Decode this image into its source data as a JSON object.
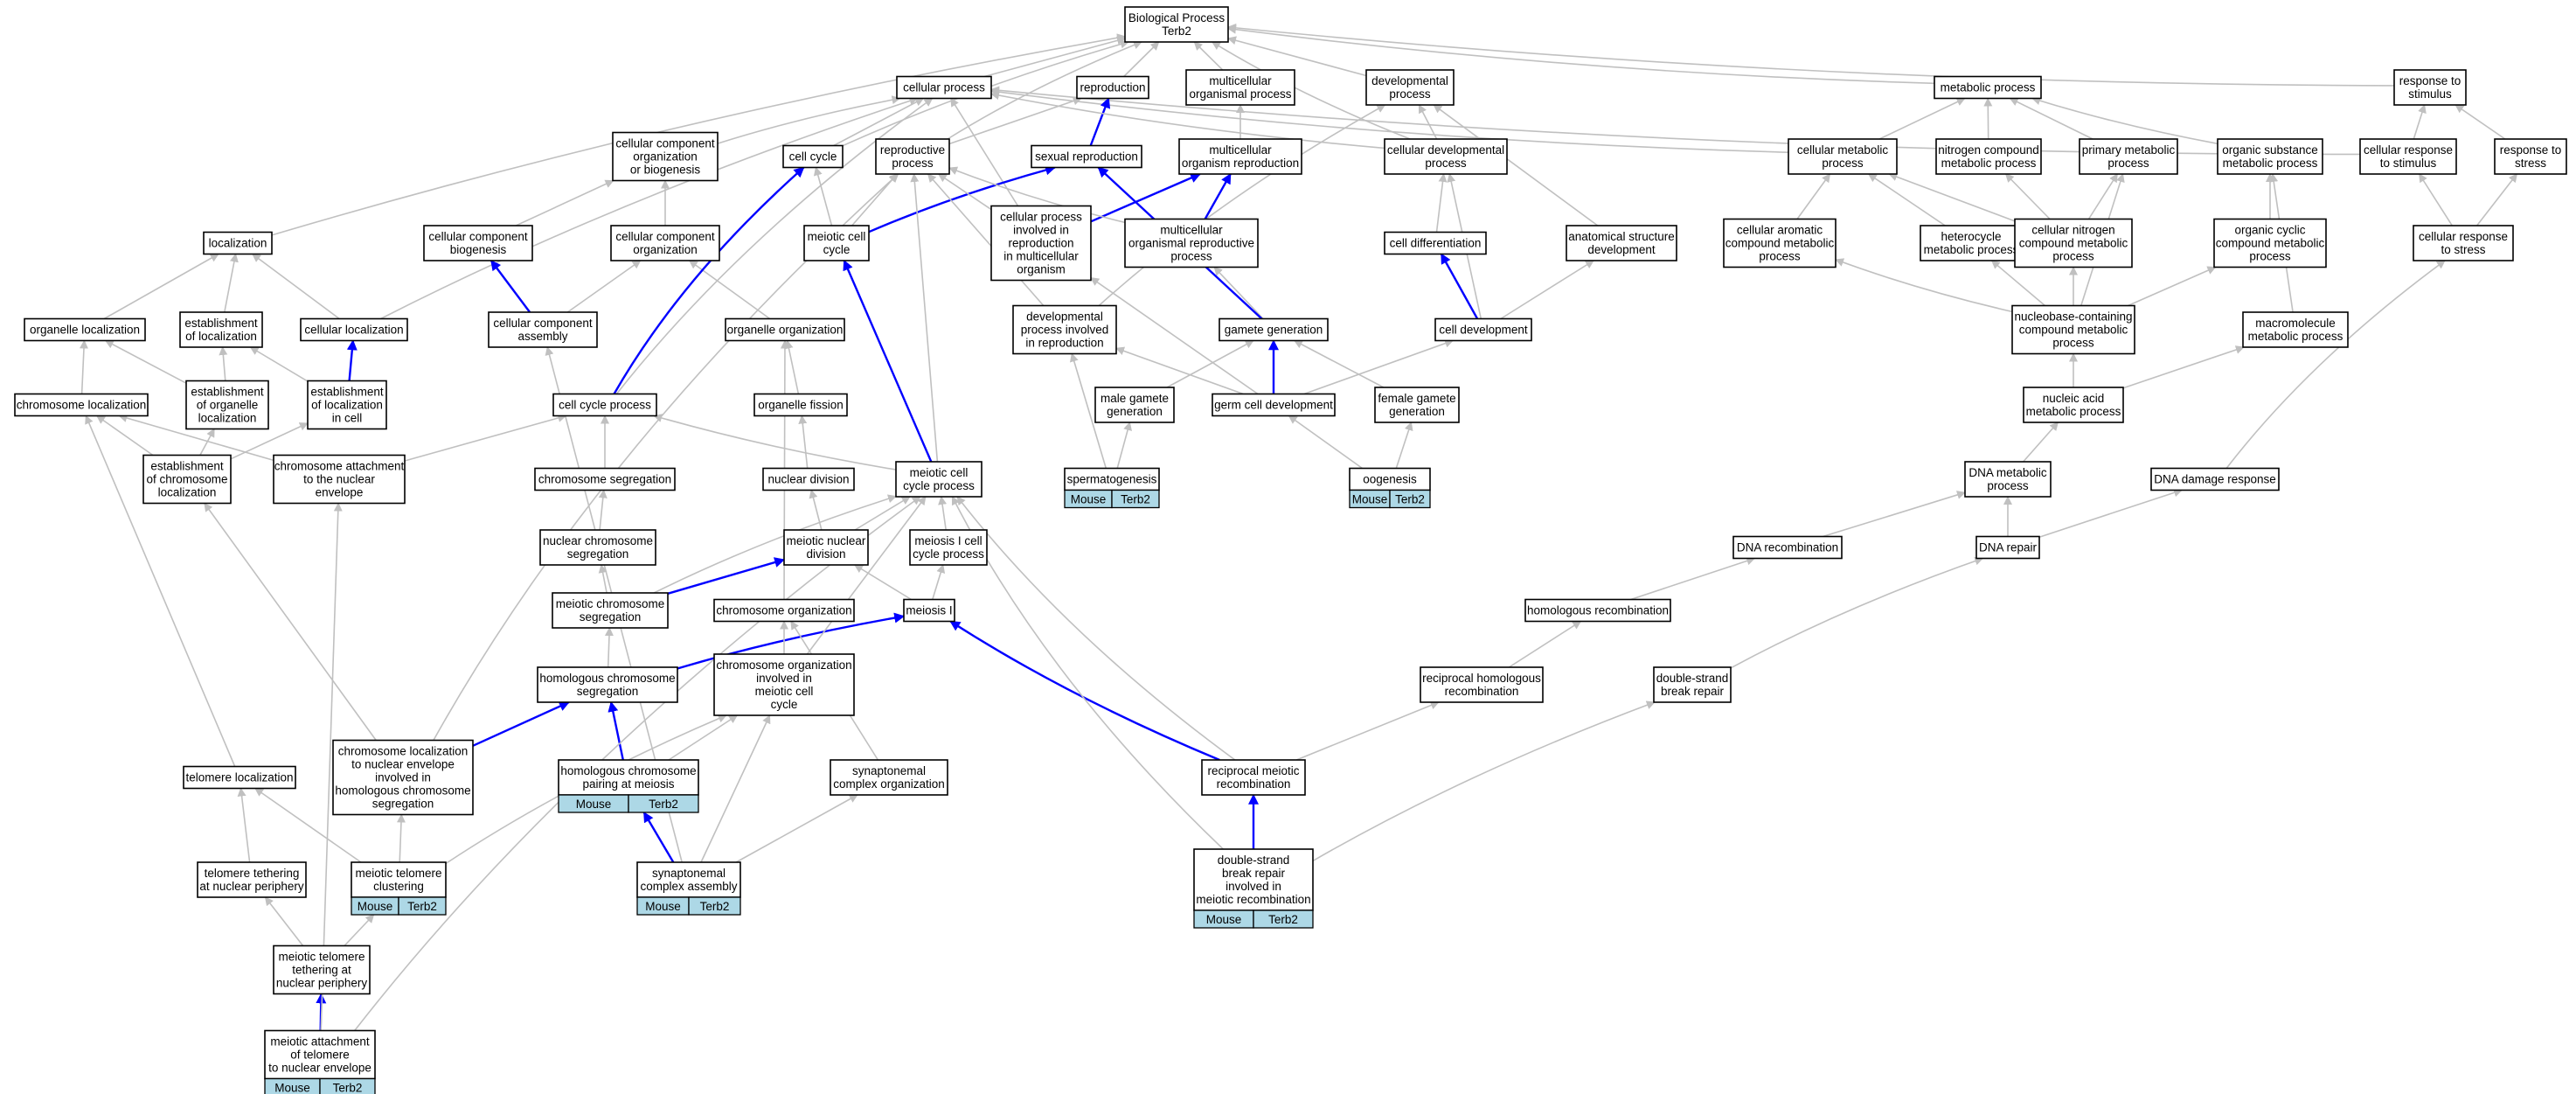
{
  "nodes": {
    "root": {
      "lines": [
        "Biological Process",
        "Terb2"
      ]
    },
    "cellular_process": {
      "lines": [
        "cellular process"
      ]
    },
    "reproduction": {
      "lines": [
        "reproduction"
      ]
    },
    "multicellular_organismal_process": {
      "lines": [
        "multicellular",
        "organismal process"
      ]
    },
    "developmental_process": {
      "lines": [
        "developmental",
        "process"
      ]
    },
    "metabolic_process": {
      "lines": [
        "metabolic process"
      ]
    },
    "response_to_stimulus": {
      "lines": [
        "response to",
        "stimulus"
      ]
    },
    "ccob": {
      "lines": [
        "cellular component",
        "organization",
        "or biogenesis"
      ]
    },
    "cell_cycle": {
      "lines": [
        "cell cycle"
      ]
    },
    "reproductive_process": {
      "lines": [
        "reproductive",
        "process"
      ]
    },
    "sexual_reproduction": {
      "lines": [
        "sexual reproduction"
      ]
    },
    "multicellular_organism_reproduction": {
      "lines": [
        "multicellular",
        "organism reproduction"
      ]
    },
    "cellular_developmental_process": {
      "lines": [
        "cellular developmental",
        "process"
      ]
    },
    "cellular_metabolic_process": {
      "lines": [
        "cellular metabolic",
        "process"
      ]
    },
    "nitrogen_compound_metabolic_process": {
      "lines": [
        "nitrogen compound",
        "metabolic process"
      ]
    },
    "primary_metabolic_process": {
      "lines": [
        "primary metabolic",
        "process"
      ]
    },
    "organic_substance_metabolic_process": {
      "lines": [
        "organic substance",
        "metabolic process"
      ]
    },
    "cellular_response_to_stimulus": {
      "lines": [
        "cellular response",
        "to stimulus"
      ]
    },
    "response_to_stress": {
      "lines": [
        "response to",
        "stress"
      ]
    },
    "localization": {
      "lines": [
        "localization"
      ]
    },
    "cellular_component_biogenesis": {
      "lines": [
        "cellular component",
        "biogenesis"
      ]
    },
    "cellular_component_organization": {
      "lines": [
        "cellular component",
        "organization"
      ]
    },
    "meiotic_cell_cycle": {
      "lines": [
        "meiotic cell",
        "cycle"
      ]
    },
    "cpirmo": {
      "lines": [
        "cellular process",
        "involved in",
        "reproduction",
        "in multicellular",
        "organism"
      ]
    },
    "morp": {
      "lines": [
        "multicellular",
        "organismal reproductive",
        "process"
      ]
    },
    "cell_differentiation": {
      "lines": [
        "cell differentiation"
      ]
    },
    "anatomical_structure_development": {
      "lines": [
        "anatomical structure",
        "development"
      ]
    },
    "cacmp": {
      "lines": [
        "cellular aromatic",
        "compound metabolic",
        "process"
      ]
    },
    "heterocycle_metabolic_process": {
      "lines": [
        "heterocycle",
        "metabolic process"
      ]
    },
    "cncmp": {
      "lines": [
        "cellular nitrogen",
        "compound metabolic",
        "process"
      ]
    },
    "occmp": {
      "lines": [
        "organic cyclic",
        "compound metabolic",
        "process"
      ]
    },
    "cellular_response_to_stress": {
      "lines": [
        "cellular response",
        "to stress"
      ]
    },
    "organelle_localization": {
      "lines": [
        "organelle localization"
      ]
    },
    "establishment_of_localization": {
      "lines": [
        "establishment",
        "of localization"
      ]
    },
    "cellular_localization": {
      "lines": [
        "cellular localization"
      ]
    },
    "cellular_component_assembly": {
      "lines": [
        "cellular component",
        "assembly"
      ]
    },
    "organelle_organization": {
      "lines": [
        "organelle organization"
      ]
    },
    "dpir": {
      "lines": [
        "developmental",
        "process involved",
        "in reproduction"
      ]
    },
    "gamete_generation": {
      "lines": [
        "gamete generation"
      ]
    },
    "cell_development": {
      "lines": [
        "cell development"
      ]
    },
    "nccmp": {
      "lines": [
        "nucleobase-containing",
        "compound metabolic",
        "process"
      ]
    },
    "macromolecule_metabolic_process": {
      "lines": [
        "macromolecule",
        "metabolic process"
      ]
    },
    "chromosome_localization": {
      "lines": [
        "chromosome localization"
      ]
    },
    "establishment_of_organelle_localization": {
      "lines": [
        "establishment",
        "of organelle",
        "localization"
      ]
    },
    "establishment_of_localization_in_cell": {
      "lines": [
        "establishment",
        "of localization",
        "in cell"
      ]
    },
    "cell_cycle_process": {
      "lines": [
        "cell cycle process"
      ]
    },
    "organelle_fission": {
      "lines": [
        "organelle fission"
      ]
    },
    "male_gamete_generation": {
      "lines": [
        "male gamete",
        "generation"
      ]
    },
    "germ_cell_development": {
      "lines": [
        "germ cell development"
      ]
    },
    "female_gamete_generation": {
      "lines": [
        "female gamete",
        "generation"
      ]
    },
    "nucleic_acid_metabolic_process": {
      "lines": [
        "nucleic acid",
        "metabolic process"
      ]
    },
    "establishment_of_chromosome_localization": {
      "lines": [
        "establishment",
        "of chromosome",
        "localization"
      ]
    },
    "chromosome_attachment_to_nuclear_envelope": {
      "lines": [
        "chromosome attachment",
        "to the nuclear",
        "envelope"
      ]
    },
    "chromosome_segregation": {
      "lines": [
        "chromosome segregation"
      ]
    },
    "nuclear_division": {
      "lines": [
        "nuclear division"
      ]
    },
    "meiotic_cell_cycle_process": {
      "lines": [
        "meiotic cell",
        "cycle process"
      ]
    },
    "spermatogenesis": {
      "lines": [
        "spermatogenesis"
      ],
      "tags": [
        "Mouse",
        "Terb2"
      ]
    },
    "oogenesis": {
      "lines": [
        "oogenesis"
      ],
      "tags": [
        "Mouse",
        "Terb2"
      ]
    },
    "dna_metabolic_process": {
      "lines": [
        "DNA metabolic",
        "process"
      ]
    },
    "dna_damage_response": {
      "lines": [
        "DNA damage response"
      ]
    },
    "nuclear_chromosome_segregation": {
      "lines": [
        "nuclear chromosome",
        "segregation"
      ]
    },
    "meiotic_nuclear_division": {
      "lines": [
        "meiotic nuclear",
        "division"
      ]
    },
    "meiosis_i_cell_cycle_process": {
      "lines": [
        "meiosis I cell",
        "cycle process"
      ]
    },
    "dna_recombination": {
      "lines": [
        "DNA recombination"
      ]
    },
    "dna_repair": {
      "lines": [
        "DNA repair"
      ]
    },
    "meiotic_chromosome_segregation": {
      "lines": [
        "meiotic chromosome",
        "segregation"
      ]
    },
    "chromosome_organization": {
      "lines": [
        "chromosome organization"
      ]
    },
    "meiosis_i": {
      "lines": [
        "meiosis I"
      ]
    },
    "homologous_recombination": {
      "lines": [
        "homologous recombination"
      ]
    },
    "homologous_chromosome_segregation": {
      "lines": [
        "homologous chromosome",
        "segregation"
      ]
    },
    "coimcc": {
      "lines": [
        "chromosome organization",
        "involved in",
        "meiotic cell",
        "cycle"
      ]
    },
    "reciprocal_homologous_recombination": {
      "lines": [
        "reciprocal homologous",
        "recombination"
      ]
    },
    "double_strand_break_repair": {
      "lines": [
        "double-strand",
        "break repair"
      ]
    },
    "telomere_localization": {
      "lines": [
        "telomere localization"
      ]
    },
    "cltne": {
      "lines": [
        "chromosome localization",
        "to nuclear envelope",
        "involved in",
        "homologous chromosome",
        "segregation"
      ]
    },
    "hcpam": {
      "lines": [
        "homologous chromosome",
        "pairing at meiosis"
      ],
      "tags": [
        "Mouse",
        "Terb2"
      ]
    },
    "synaptonemal_complex_organization": {
      "lines": [
        "synaptonemal",
        "complex organization"
      ]
    },
    "reciprocal_meiotic_recombination": {
      "lines": [
        "reciprocal meiotic",
        "recombination"
      ]
    },
    "telomere_tethering": {
      "lines": [
        "telomere tethering",
        "at nuclear periphery"
      ]
    },
    "meiotic_telomere_clustering": {
      "lines": [
        "meiotic telomere",
        "clustering"
      ],
      "tags": [
        "Mouse",
        "Terb2"
      ]
    },
    "synaptonemal_complex_assembly": {
      "lines": [
        "synaptonemal",
        "complex assembly"
      ],
      "tags": [
        "Mouse",
        "Terb2"
      ]
    },
    "dsbrimr": {
      "lines": [
        "double-strand",
        "break repair",
        "involved in",
        "meiotic recombination"
      ],
      "tags": [
        "Mouse",
        "Terb2"
      ]
    },
    "mtt": {
      "lines": [
        "meiotic telomere",
        "tethering at",
        "nuclear periphery"
      ]
    },
    "matne": {
      "lines": [
        "meiotic attachment",
        "of telomere",
        "to nuclear envelope"
      ],
      "tags": [
        "Mouse",
        "Terb2"
      ]
    }
  },
  "colors": {
    "edge": "#c0c0c0",
    "highlight_edge": "#0000ff",
    "tag_fill": "#add8e6"
  }
}
